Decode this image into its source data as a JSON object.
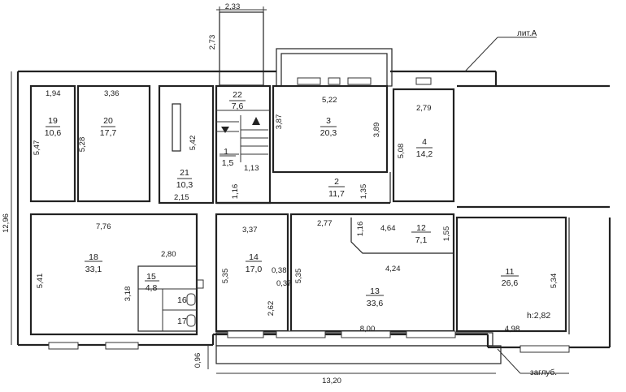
{
  "labels": {
    "lit_a": "лит.А",
    "zaglub": "заглуб."
  },
  "dimensions": {
    "top_233": "2,33",
    "top_273": "2,73",
    "r22": "22",
    "r22_area": "7,6",
    "d194": "1,94",
    "d336": "3,36",
    "d522": "5,22",
    "d279": "2,79",
    "r19": "19",
    "r19_area": "10,6",
    "r20": "20",
    "r20_area": "17,7",
    "d547": "5,47",
    "d528": "5,28",
    "d542": "5,42",
    "r1": "1",
    "r1_area": "1,5",
    "d387": "3,87",
    "r3": "3",
    "r3_area": "20,3",
    "d389": "3,89",
    "d508": "5,08",
    "r4": "4",
    "r4_area": "14,2",
    "r21": "21",
    "r21_area": "10,3",
    "d113": "1,13",
    "r2": "2",
    "r2_area": "11,7",
    "d116": "1,16",
    "d135": "1,35",
    "d215": "2,15",
    "d1296": "12,96",
    "d776": "7,76",
    "d337": "3,37",
    "d277": "2,77",
    "d116b": "1,16",
    "d464": "4,64",
    "r12": "12",
    "r12_area": "7,1",
    "d155": "1,55",
    "r18": "18",
    "r18_area": "33,1",
    "d280": "2,80",
    "r14": "14",
    "r14_area": "17,0",
    "d424": "4,24",
    "r11": "11",
    "r11_area": "26,6",
    "d534": "5,34",
    "d541": "5,41",
    "r15": "15",
    "r15_area": "4,8",
    "d318": "3,18",
    "d535a": "5,35",
    "d038": "0,38",
    "d037": "0,37",
    "d535b": "5,35",
    "r13": "13",
    "r13_area": "33,6",
    "r16": "16",
    "r17": "17",
    "d262": "2,62",
    "d800": "8,00",
    "height": "h:2,82",
    "d498": "4,98",
    "d096": "0,96",
    "d1320": "13,20"
  }
}
